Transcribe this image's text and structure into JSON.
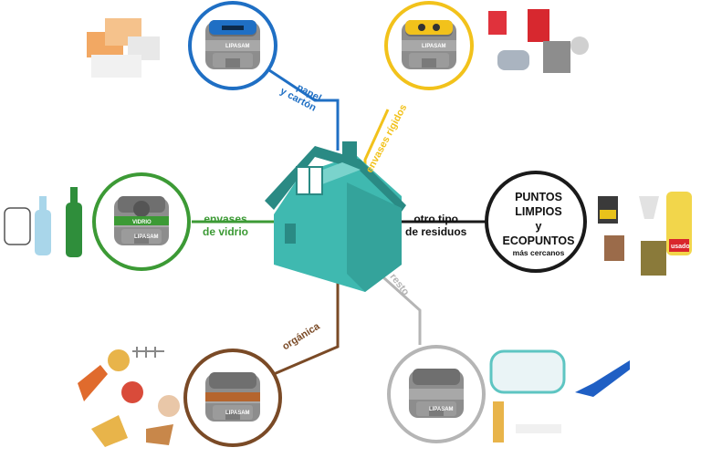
{
  "colors": {
    "paper": "#1f6fc4",
    "plastic": "#f2c21b",
    "glass": "#3c9a35",
    "organic": "#7a4a26",
    "rest": "#b5b5b5",
    "other": "#1a1a1a",
    "house": "#3fb9b0",
    "house_dark": "#2a8a84",
    "bin_body": "#8d8d8d"
  },
  "labels": {
    "paper": [
      "papel",
      "y cartón"
    ],
    "plastic": "envases rígidos",
    "glass": [
      "envases",
      "de vidrio"
    ],
    "organic": "orgánica",
    "rest": "resto",
    "other": [
      "otro tipo",
      "de residuos"
    ]
  },
  "bins": {
    "brand": "LIPASAM",
    "glass_tag": "VIDRIO"
  },
  "center": {
    "line1": "PUNTOS",
    "line2": "LIMPIOS",
    "line3": "y",
    "line4": "ECOPUNTOS",
    "line5": "más cercanos"
  },
  "items": {
    "oil_bottle_tag": "usado"
  }
}
